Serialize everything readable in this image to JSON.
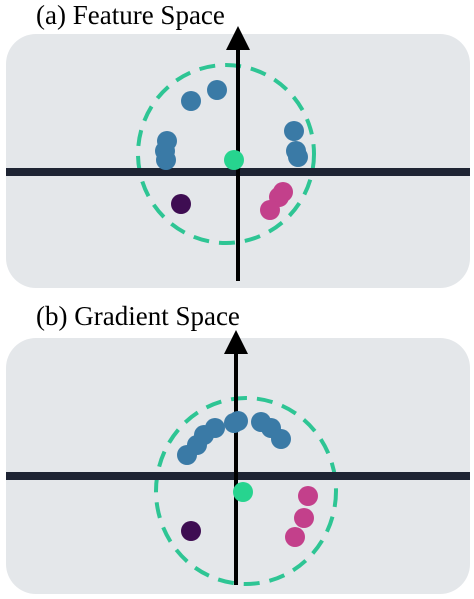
{
  "panels": [
    {
      "title": "(a) Feature Space",
      "center_point": {
        "x": -0.2,
        "y": 0.6
      },
      "points": [
        {
          "group": "blue",
          "x": -1.05,
          "y": 4.1
        },
        {
          "group": "blue",
          "x": -2.35,
          "y": 3.55
        },
        {
          "group": "blue",
          "x": -3.55,
          "y": 1.55
        },
        {
          "group": "blue",
          "x": -3.65,
          "y": 1.05
        },
        {
          "group": "blue",
          "x": -3.6,
          "y": 0.6
        },
        {
          "group": "blue",
          "x": 2.8,
          "y": 2.05
        },
        {
          "group": "blue",
          "x": 2.9,
          "y": 1.05
        },
        {
          "group": "blue",
          "x": 3.0,
          "y": 0.75
        },
        {
          "group": "magenta",
          "x": 2.25,
          "y": -1.0
        },
        {
          "group": "magenta",
          "x": 2.05,
          "y": -1.25
        },
        {
          "group": "magenta",
          "x": 1.6,
          "y": -1.9
        },
        {
          "group": "purple",
          "x": -2.85,
          "y": -1.6
        }
      ]
    },
    {
      "title": "(b) Gradient Space",
      "center_point": {
        "x": 0.35,
        "y": -0.8
      },
      "points": [
        {
          "group": "blue",
          "x": -2.45,
          "y": 1.05
        },
        {
          "group": "blue",
          "x": -1.95,
          "y": 1.55
        },
        {
          "group": "blue",
          "x": -1.6,
          "y": 2.05
        },
        {
          "group": "blue",
          "x": -1.05,
          "y": 2.4
        },
        {
          "group": "blue",
          "x": -0.1,
          "y": 2.65
        },
        {
          "group": "blue",
          "x": 0.1,
          "y": 2.75
        },
        {
          "group": "blue",
          "x": 1.25,
          "y": 2.7
        },
        {
          "group": "blue",
          "x": 1.75,
          "y": 2.4
        },
        {
          "group": "blue",
          "x": 2.25,
          "y": 1.85
        },
        {
          "group": "magenta",
          "x": 3.6,
          "y": -1.0
        },
        {
          "group": "magenta",
          "x": 3.4,
          "y": -2.1
        },
        {
          "group": "magenta",
          "x": 2.95,
          "y": -3.05
        },
        {
          "group": "purple",
          "x": -2.25,
          "y": -2.75
        }
      ]
    }
  ],
  "colors": {
    "panel_background": "#e4e7ea",
    "axis": "#1e2433",
    "arrow": "#000000",
    "ellipse": "#2ec594",
    "blue": "#3a7aa6",
    "magenta": "#c3408b",
    "purple": "#3e0d52",
    "center": "#27d48f"
  }
}
